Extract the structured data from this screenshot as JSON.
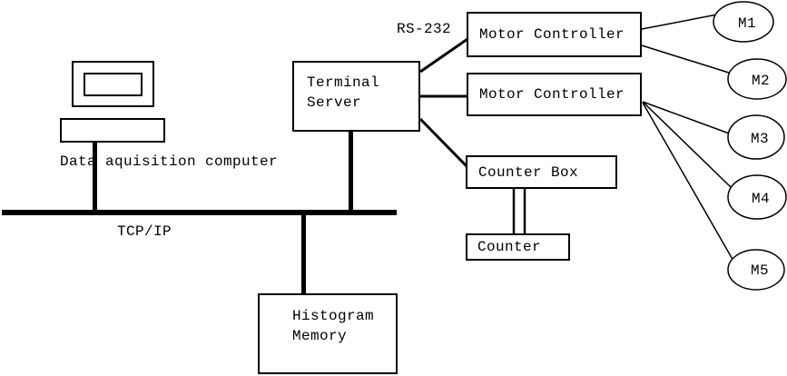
{
  "diagram": {
    "computer_label": "Data aquisition computer",
    "bus_label": "TCP/IP",
    "serial_label": "RS-232",
    "terminal_server": {
      "line1": "Terminal",
      "line2": "Server"
    },
    "motor_controllers": [
      {
        "label": "Motor Controller"
      },
      {
        "label": "Motor Controller"
      }
    ],
    "counter_box": {
      "label": "Counter Box"
    },
    "counter": {
      "label": "Counter"
    },
    "histogram_memory": {
      "line1": "Histogram",
      "line2": "Memory"
    },
    "motors": [
      {
        "label": "M1"
      },
      {
        "label": "M2"
      },
      {
        "label": "M3"
      },
      {
        "label": "M4"
      },
      {
        "label": "M5"
      }
    ]
  },
  "colors": {
    "stroke": "#000000",
    "background": "#ffffff"
  }
}
